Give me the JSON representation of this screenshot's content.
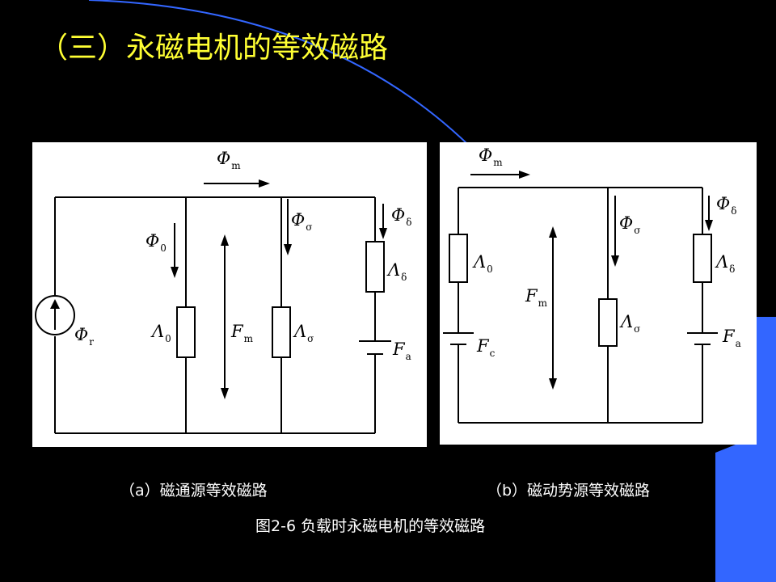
{
  "slide": {
    "title": "（三）永磁电机的等效磁路",
    "colors": {
      "background": "#000000",
      "title": "#ffff33",
      "accent_blue": "#3366ff",
      "caption": "#ffffff"
    }
  },
  "diagram_a": {
    "phi_m": {
      "sym": "Φ",
      "sub": "m"
    },
    "phi_0": {
      "sym": "Φ",
      "sub": "0"
    },
    "phi_sigma": {
      "sym": "Φ",
      "sub": "σ"
    },
    "phi_delta": {
      "sym": "Φ",
      "sub": "δ"
    },
    "phi_r": {
      "sym": "Φ",
      "sub": "r"
    },
    "lambda_0": {
      "sym": "Λ",
      "sub": "0"
    },
    "lambda_sigma": {
      "sym": "Λ",
      "sub": "σ"
    },
    "lambda_delta": {
      "sym": "Λ",
      "sub": "δ"
    },
    "f_m": {
      "sym": "F",
      "sub": "m"
    },
    "f_a": {
      "sym": "F",
      "sub": "a"
    }
  },
  "diagram_b": {
    "phi_m": {
      "sym": "Φ",
      "sub": "m"
    },
    "phi_sigma": {
      "sym": "Φ",
      "sub": "σ"
    },
    "phi_delta": {
      "sym": "Φ",
      "sub": "δ"
    },
    "lambda_0": {
      "sym": "Λ",
      "sub": "0"
    },
    "lambda_sigma": {
      "sym": "Λ",
      "sub": "σ"
    },
    "lambda_delta": {
      "sym": "Λ",
      "sub": "δ"
    },
    "f_m": {
      "sym": "F",
      "sub": "m"
    },
    "f_c": {
      "sym": "F",
      "sub": "c"
    },
    "f_a": {
      "sym": "F",
      "sub": "a"
    }
  },
  "captions": {
    "a": "（a）磁通源等效磁路",
    "b": "（b）磁动势源等效磁路",
    "figure": "图2-6  负载时永磁电机的等效磁路"
  }
}
